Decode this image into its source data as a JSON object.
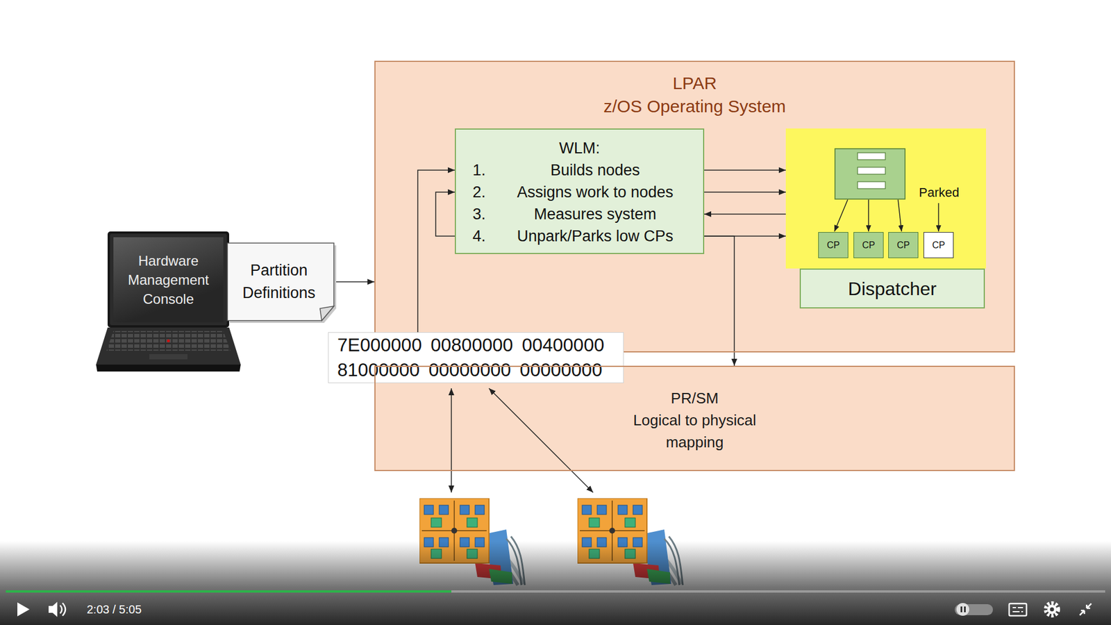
{
  "diagram": {
    "nodes": [
      {
        "text": [
          "Hardware Management Console"
        ]
      },
      {
        "text": [
          "Partition Definitions"
        ]
      },
      {
        "text": [
          "LPAR",
          "z/OS Operating System"
        ]
      },
      {
        "text": [
          "WLM:",
          "1.",
          "Builds nodes",
          "2.",
          "Assigns work to nodes",
          "3.",
          "Measures system",
          "4.",
          "Unpark/Parks low CPs"
        ],
        "in": 2
      },
      {
        "text": [
          "Parked"
        ],
        "in": 2
      },
      {
        "text": [
          "CP"
        ],
        "in": 4
      },
      {
        "text": [
          "CP"
        ],
        "in": 4
      },
      {
        "text": [
          "CP"
        ],
        "in": 4
      },
      {
        "text": [
          "CP"
        ],
        "in": 4
      },
      {
        "text": [
          "Dispatcher"
        ],
        "in": 2
      },
      {
        "text": [
          "7E000000 00800000 00400000",
          "81000000 00000000 00000000"
        ]
      },
      {
        "text": [
          "PR/SM",
          "Logical to physical mapping"
        ]
      }
    ],
    "edges": [
      {
        "from": 1,
        "to": 2,
        "arrow": "to"
      },
      {
        "from": 10,
        "to": 3,
        "arrow": "to"
      },
      {
        "from": 3,
        "to": 3,
        "arrow": "to"
      },
      {
        "from": 3,
        "to": 4,
        "arrow": "to"
      },
      {
        "from": 3,
        "to": 4,
        "arrow": "to"
      },
      {
        "from": 4,
        "to": 3,
        "arrow": "to"
      },
      {
        "from": 3,
        "to": 4,
        "arrow": "to"
      },
      {
        "from": 3,
        "to": 11,
        "arrow": "to"
      }
    ],
    "labels": [
      "2:03 / 5:05"
    ]
  }
}
